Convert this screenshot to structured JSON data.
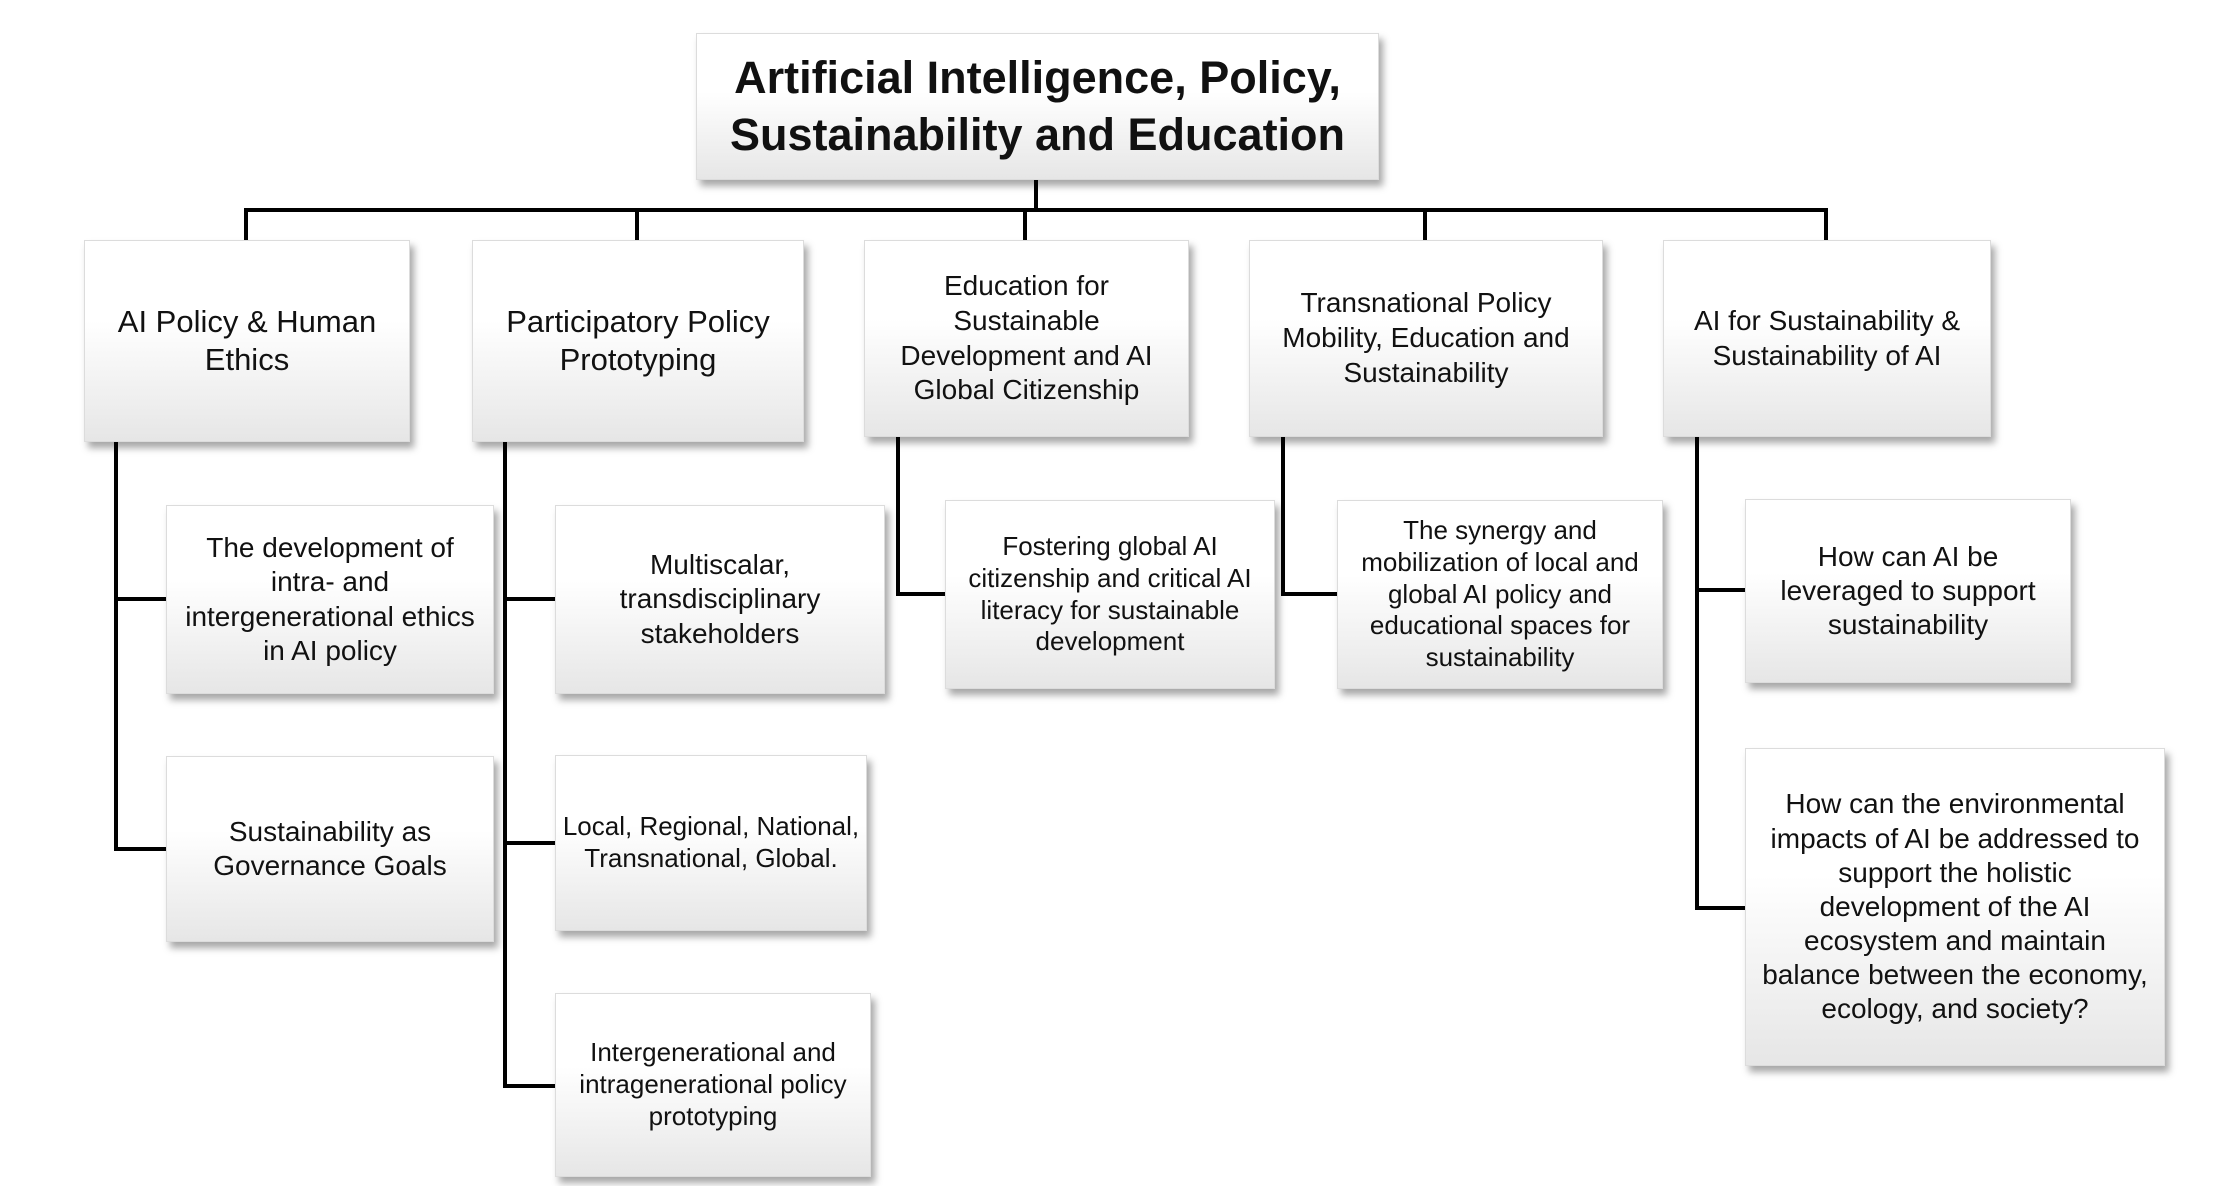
{
  "root": {
    "title": "Artificial Intelligence, Policy, Sustainability and Education"
  },
  "branches": [
    {
      "label": "AI Policy & Human Ethics",
      "children": [
        "The development of intra- and intergenerational ethics in AI policy",
        "Sustainability as Governance Goals"
      ]
    },
    {
      "label": "Participatory Policy Prototyping",
      "children": [
        "Multiscalar, transdisciplinary stakeholders",
        "Local, Regional, National, Transnational, Global.",
        "Intergenerational and intragenerational policy prototyping"
      ]
    },
    {
      "label": "Education for Sustainable Development and AI Global Citizenship",
      "children": [
        "Fostering global AI citizenship and critical AI literacy for sustainable development"
      ]
    },
    {
      "label": "Transnational Policy Mobility, Education and Sustainability",
      "children": [
        "The synergy and mobilization of local and global AI policy and educational spaces for sustainability"
      ]
    },
    {
      "label": "AI for Sustainability & Sustainability of AI",
      "children": [
        "How can AI be leveraged to support sustainability",
        "How can the environmental impacts of AI be addressed to support the holistic development of the AI ecosystem and maintain balance between the economy, ecology, and society?"
      ]
    }
  ]
}
